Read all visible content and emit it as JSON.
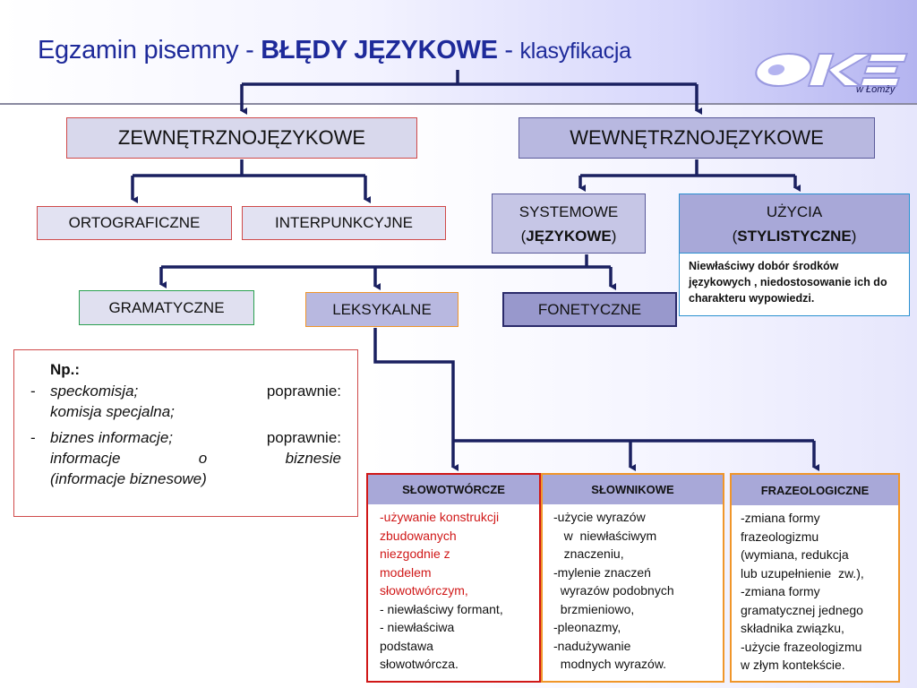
{
  "title": {
    "prefix": "Egzamin pisemny - ",
    "bold": "BŁĘDY JĘZYKOWE",
    "sep": " - ",
    "suffix": "klasyfikacja"
  },
  "logo": {
    "text": "OKE",
    "subtitle": "w Łomży"
  },
  "colors": {
    "title": "#1e2a9a",
    "connector": "#1a2060",
    "red_border": "#d04a4a",
    "orange_border": "#f0962a",
    "green_border": "#2aa050",
    "blue_border": "#2a90d0"
  },
  "nodes": {
    "zewnetrzno": "ZEWNĘTRZNOJĘZYKOWE",
    "wewnetrzno": "WEWNĘTRZNOJĘZYKOWE",
    "ortograficzne": "ORTOGRAFICZNE",
    "interpunkcyjne": "INTERPUNKCYJNE",
    "systemowe": {
      "line1": "SYSTEMOWE",
      "line2_open": "(",
      "line2_bold": "JĘZYKOWE",
      "line2_close": ")"
    },
    "uzycia": {
      "line1": "UŻYCIA",
      "line2_open": "(",
      "line2_bold": "STYLISTYCZNE",
      "line2_close": ")"
    },
    "uzycia_desc": "Niewłaściwy dobór środków językowych , niedostosowanie ich do charakteru wypowiedzi.",
    "gramatyczne": "GRAMATYCZNE",
    "leksykalne": "LEKSYKALNE",
    "fonetyczne": "FONETYCZNE"
  },
  "example": {
    "heading": "Np.:",
    "items": [
      {
        "dash": "-",
        "wrong": "speckomisja;",
        "label": "poprawnie:",
        "correct": "komisja specjalna;"
      },
      {
        "dash": "-",
        "wrong": "biznes informacje;",
        "label": "poprawnie:",
        "correct_words": [
          "informacje",
          "o",
          "biznesie"
        ],
        "correct_tail": "(informacje biznesowe)"
      }
    ]
  },
  "leksykalne_sub": [
    {
      "title": "SŁOWOTWÓRCZE",
      "lines_red": [
        "-używanie konstrukcji",
        "zbudowanych",
        "niezgodnie z",
        "modelem",
        "słowotwórczym,"
      ],
      "lines": [
        "- niewłaściwy formant,",
        "- niewłaściwa",
        "podstawa",
        "słowotwórcza."
      ]
    },
    {
      "title": "SŁOWNIKOWE",
      "lines": [
        "-użycie wyrazów",
        "   w  niewłaściwym",
        "   znaczeniu,",
        "-mylenie znaczeń",
        "  wyrazów podobnych",
        "  brzmieniowo,",
        "-pleonazmy,",
        "-nadużywanie",
        "  modnych wyrazów."
      ]
    },
    {
      "title": "FRAZEOLOGICZNE",
      "lines": [
        "-zmiana formy",
        "frazeologizmu",
        "(wymiana, redukcja",
        "lub uzupełnienie  zw.),",
        "-zmiana formy",
        "gramatycznej jednego",
        "składnika związku,",
        "-użycie frazeologizmu",
        "w złym kontekście."
      ]
    }
  ]
}
